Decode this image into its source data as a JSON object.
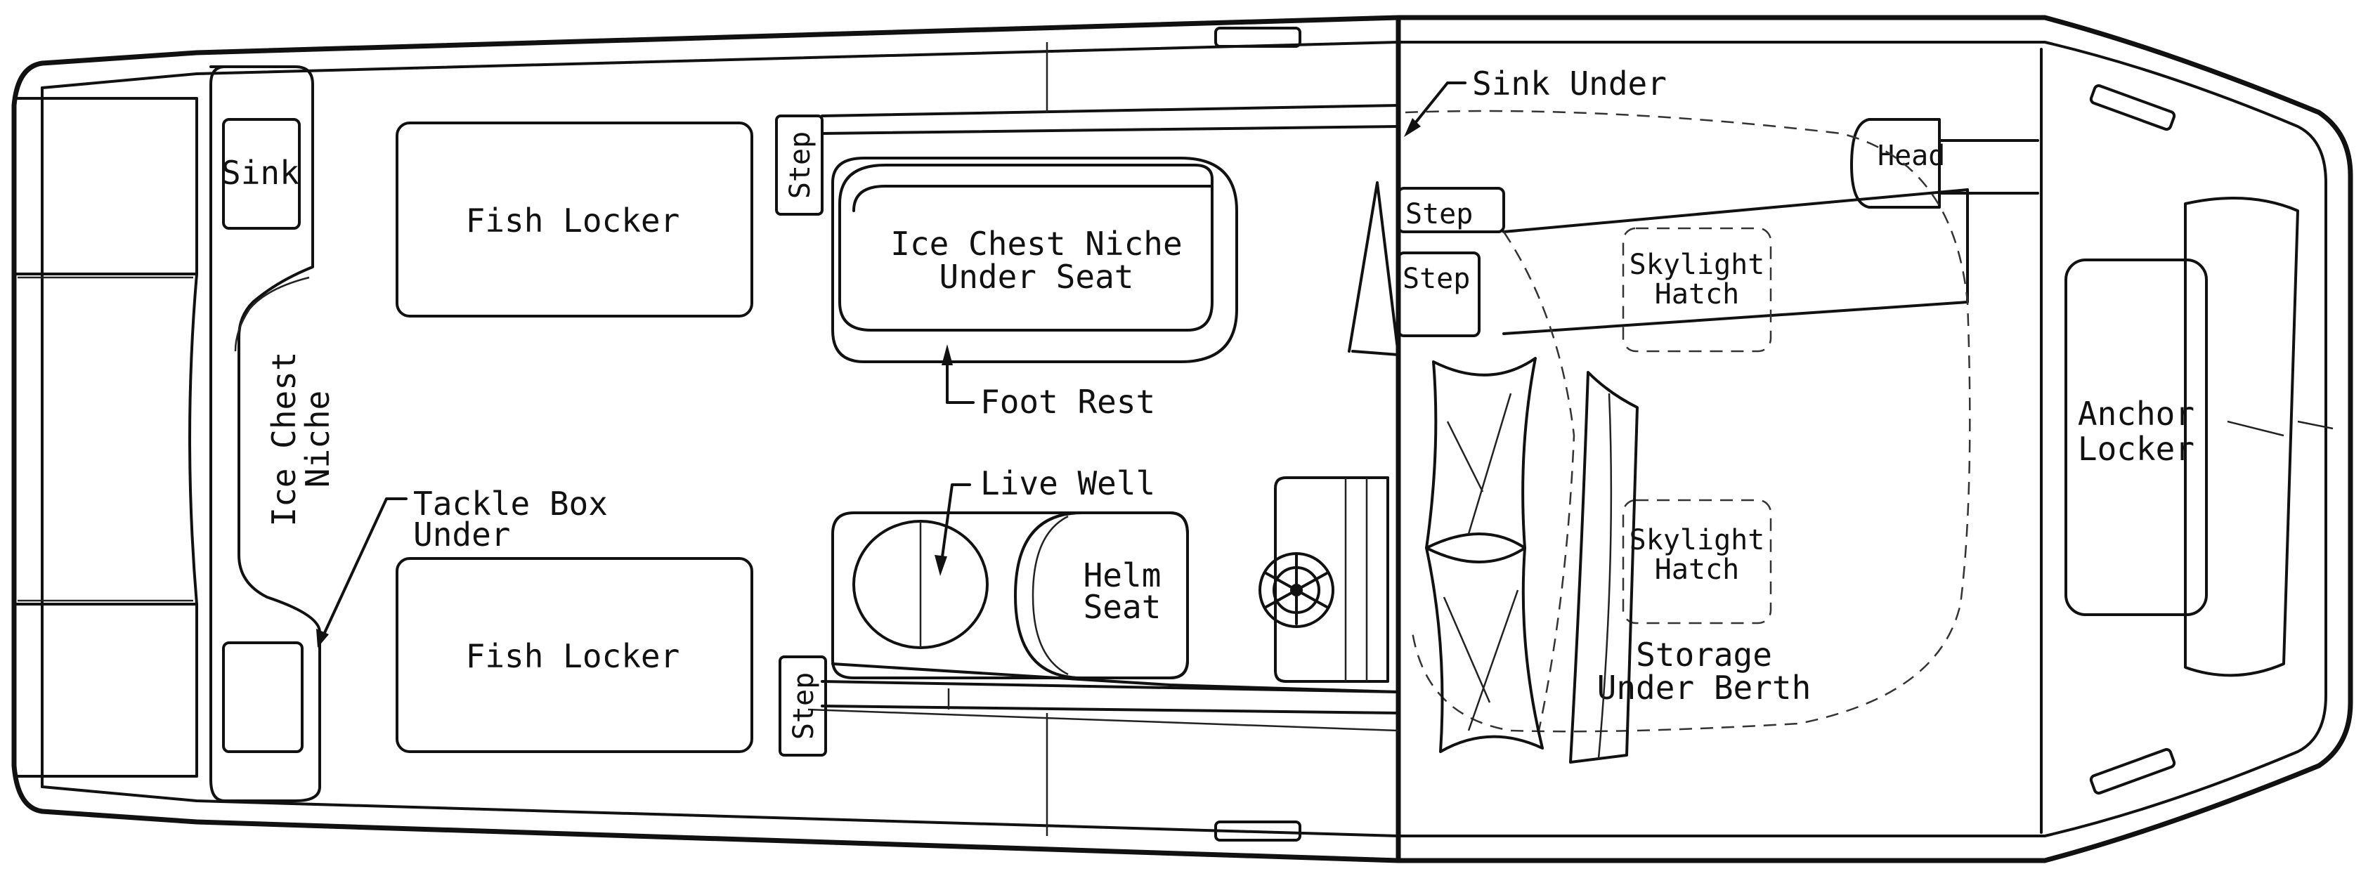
{
  "labels": {
    "sink": "Sink",
    "fish_locker_top": "Fish Locker",
    "fish_locker_bottom": "Fish Locker",
    "step_top_cockpit": "Step",
    "step_bottom_cockpit": "Step",
    "ice_chest_niche_under_seat_1": "Ice Chest Niche",
    "ice_chest_niche_under_seat_2": "Under Seat",
    "foot_rest": "Foot Rest",
    "ice_chest_niche_1": "Ice Chest",
    "ice_chest_niche_2": "Niche",
    "tackle_box_1": "Tackle Box",
    "tackle_box_2": "Under",
    "live_well": "Live Well",
    "helm_seat_1": "Helm",
    "helm_seat_2": "Seat",
    "sink_under": "Sink Under",
    "step_cabin_1": "Step",
    "step_cabin_2": "Step",
    "head": "Head",
    "skylight_hatch_top_1": "Skylight",
    "skylight_hatch_top_2": "Hatch",
    "skylight_hatch_bottom_1": "Skylight",
    "skylight_hatch_bottom_2": "Hatch",
    "storage_1": "Storage",
    "storage_2": "Under Berth",
    "anchor_locker_1": "Anchor",
    "anchor_locker_2": "Locker"
  }
}
